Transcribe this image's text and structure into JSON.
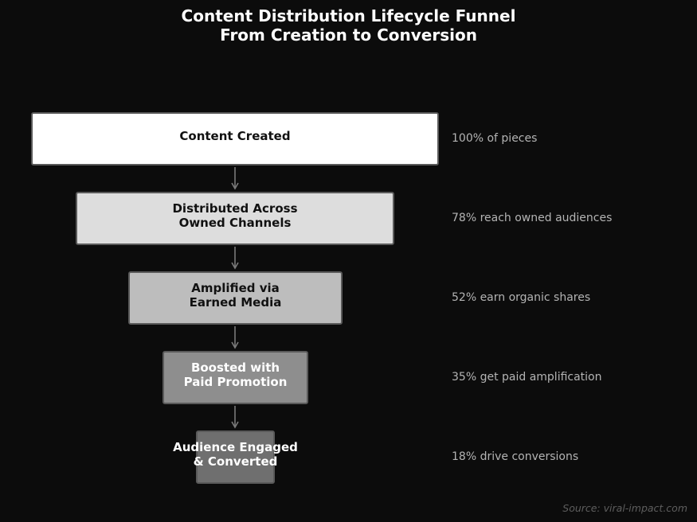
{
  "title": {
    "line1": "Content Distribution Lifecycle Funnel",
    "line2": "From Creation to Conversion"
  },
  "stages": [
    {
      "label": "Content Created",
      "note": "100% of pieces",
      "percent": 100,
      "fill": "#ffffff",
      "text_color": "#111111"
    },
    {
      "label": "Distributed Across\nOwned Channels",
      "note": "78% reach owned audiences",
      "percent": 78,
      "fill": "#dddddd",
      "text_color": "#111111"
    },
    {
      "label": "Amplified via\nEarned Media",
      "note": "52% earn organic shares",
      "percent": 52,
      "fill": "#bdbdbd",
      "text_color": "#111111"
    },
    {
      "label": "Boosted with\nPaid Promotion",
      "note": "35% get paid amplification",
      "percent": 35,
      "fill": "#8e8e8e",
      "text_color": "#ffffff"
    },
    {
      "label": "Audience Engaged\n& Converted",
      "note": "18% drive conversions",
      "percent": 18,
      "fill": "#6f6f6f",
      "text_color": "#ffffff"
    }
  ],
  "source": "Source: viral-impact.com",
  "chart_data": {
    "type": "funnel",
    "title": "Content Distribution Lifecycle Funnel — From Creation to Conversion",
    "categories": [
      "Content Created",
      "Distributed Across Owned Channels",
      "Amplified via Earned Media",
      "Boosted with Paid Promotion",
      "Audience Engaged & Converted"
    ],
    "values": [
      100,
      78,
      52,
      35,
      18
    ],
    "unit": "%",
    "annotations": [
      "100% of pieces",
      "78% reach owned audiences",
      "52% earn organic shares",
      "35% get paid amplification",
      "18% drive conversions"
    ]
  }
}
